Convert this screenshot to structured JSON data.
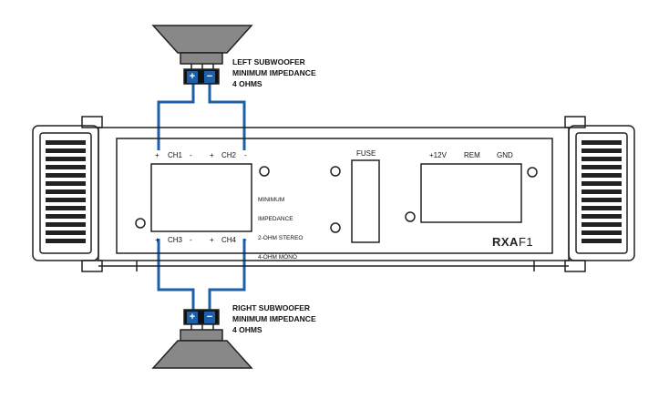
{
  "left_sub": {
    "line1": "LEFT SUBWOOFER",
    "line2": "MINIMUM IMPEDANCE",
    "line3": "4 OHMS"
  },
  "right_sub": {
    "line1": "RIGHT SUBWOOFER",
    "line2": "MINIMUM IMPEDANCE",
    "line3": "4 OHMS"
  },
  "terminals": {
    "plus": "+",
    "minus": "−"
  },
  "speaker_top": {
    "ch1_plus": "+",
    "ch1": "CH1",
    "ch1_minus": "-",
    "ch2_plus": "+",
    "ch2": "CH2",
    "ch2_minus": "-"
  },
  "speaker_bottom": {
    "ch3_plus": "+",
    "ch3": "CH3",
    "ch3_minus": "-",
    "ch4_plus": "+",
    "ch4": "CH4",
    "ch4_minus": "-"
  },
  "impedance_note": {
    "line1": "MINIMUM",
    "line2": "IMPEDANCE",
    "line3": "2-OHM STEREO",
    "line4": "4-OHM MONO"
  },
  "fuse_label": "FUSE",
  "power": {
    "v12": "+12V",
    "rem": "REM",
    "gnd": "GND"
  },
  "brand": {
    "name": "RXA",
    "model": "F1"
  },
  "colors": {
    "wire": "#1e5fa8",
    "outline": "#222222",
    "cone": "#888888"
  }
}
